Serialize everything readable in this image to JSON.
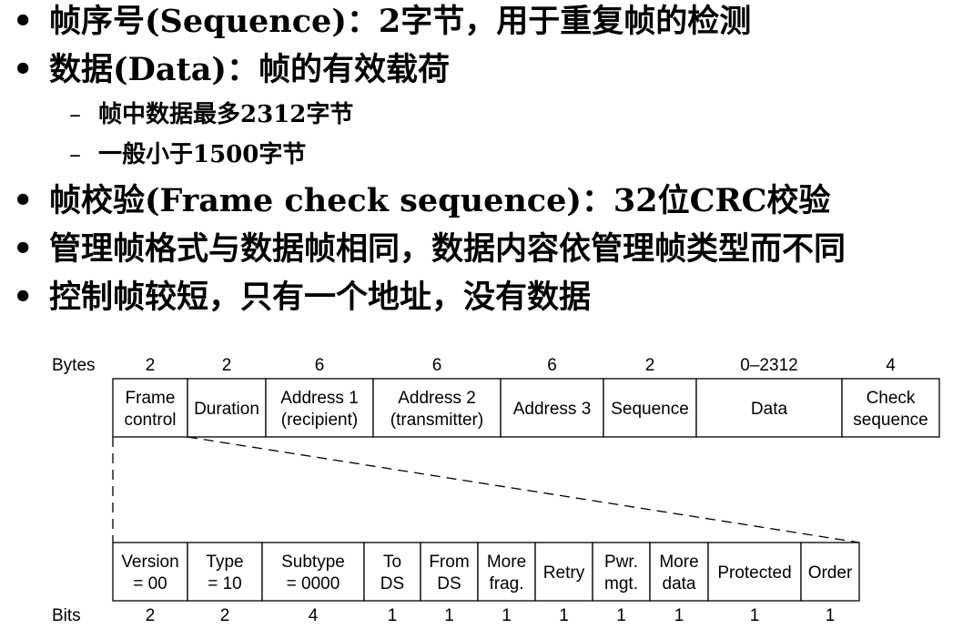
{
  "bullets": [
    {
      "text": "帧序号(Sequence)：2字节，用于重复帧的检测"
    },
    {
      "text": "数据(Data)：帧的有效载荷"
    },
    {
      "text": "帧中数据最多2312字节"
    },
    {
      "text": "一般小于1500字节"
    },
    {
      "text": "帧校验(Frame check sequence)：32位CRC校验"
    },
    {
      "text": "管理帧格式与数据帧相同，数据内容依管理帧类型而不同"
    },
    {
      "text": "控制帧较短，只有一个地址，没有数据"
    }
  ],
  "bullet_symbol": "•",
  "sub_symbol": "–",
  "frame": {
    "row_label": "Bytes",
    "sizes": [
      "2",
      "2",
      "6",
      "6",
      "6",
      "2",
      "0–2312",
      "4"
    ],
    "fields": [
      {
        "line1": "Frame",
        "line2": "control"
      },
      {
        "line1": "Duration",
        "line2": ""
      },
      {
        "line1": "Address 1",
        "line2": "(recipient)"
      },
      {
        "line1": "Address 2",
        "line2": "(transmitter)"
      },
      {
        "line1": "Address 3",
        "line2": ""
      },
      {
        "line1": "Sequence",
        "line2": ""
      },
      {
        "line1": "Data",
        "line2": ""
      },
      {
        "line1": "Check",
        "line2": "sequence"
      }
    ]
  },
  "control": {
    "row_label": "Bits",
    "sizes": [
      "2",
      "2",
      "4",
      "1",
      "1",
      "1",
      "1",
      "1",
      "1",
      "1",
      "1"
    ],
    "fields": [
      {
        "line1": "Version",
        "line2": "= 00"
      },
      {
        "line1": "Type",
        "line2": "= 10"
      },
      {
        "line1": "Subtype",
        "line2": "= 0000"
      },
      {
        "line1": "To",
        "line2": "DS"
      },
      {
        "line1": "From",
        "line2": "DS"
      },
      {
        "line1": "More",
        "line2": "frag."
      },
      {
        "line1": "Retry",
        "line2": ""
      },
      {
        "line1": "Pwr.",
        "line2": "mgt."
      },
      {
        "line1": "More",
        "line2": "data"
      },
      {
        "line1": "Protected",
        "line2": ""
      },
      {
        "line1": "Order",
        "line2": ""
      }
    ]
  }
}
